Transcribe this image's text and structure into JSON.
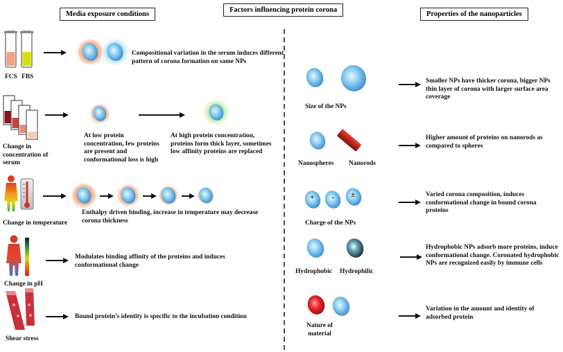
{
  "headers": {
    "left": "Media exposure conditions",
    "center": "Factors influencing protein corona",
    "right": "Properties of the nanoparticles"
  },
  "left_rows": {
    "serum": {
      "fcs_label": "FCS",
      "fbs_label": "FBS",
      "description": "Compositional variation in the serum induces different pattern of corona formation on same NPs"
    },
    "concentration": {
      "label": "Change in concentration of serum",
      "low_desc": "At low protein concentration, few proteins are present and conformational loss is high",
      "high_desc": "At high protein concentration, proteins form thick layer, sometimes low affinity proteins are replaced"
    },
    "temperature": {
      "label": "Change in temperature",
      "description": "Enthalpy driven binding, increase in temperature may decrease corona thickness"
    },
    "ph": {
      "label": "Change in pH",
      "description": "Modulates binding affinity of the proteins and induces conformational change"
    },
    "shear": {
      "label": "Shear stress",
      "description": "Bound protein’s identity is specific to the incubation condition"
    }
  },
  "right_rows": {
    "size": {
      "label": "Size of the NPs",
      "description": "Smaller NPs have thicker corona, bigger NPs thin layer of corona with larger surface area coverage"
    },
    "shape": {
      "spheres_label": "Nanospheres",
      "rods_label": "Nanorods",
      "description": "Higher amount of proteins on nanorods as compared to spheres"
    },
    "charge": {
      "label": "Charge of the NPs",
      "signs": [
        "+",
        "-",
        "±"
      ],
      "description": "Varied corona composition, induces conformational change in bound corona proteins"
    },
    "hydro": {
      "hydrophobic_label": "Hydrophobic",
      "hydrophilic_label": "Hydrophilic",
      "description": "Hydrophobic NPs adsorb more proteins, induce conformational change. Coronated hydrophobic NPs are recognized easily by immune cells"
    },
    "material": {
      "label": "Nature of material",
      "description": "Variation in the amount and identity of adsorbed protein"
    }
  },
  "colors": {
    "np_blue": "#7cc3ec",
    "corona_orange": "#f4a07a",
    "corona_green": "#b4e39a",
    "rod_red": "#b8261c",
    "np_red": "#e0232b"
  }
}
